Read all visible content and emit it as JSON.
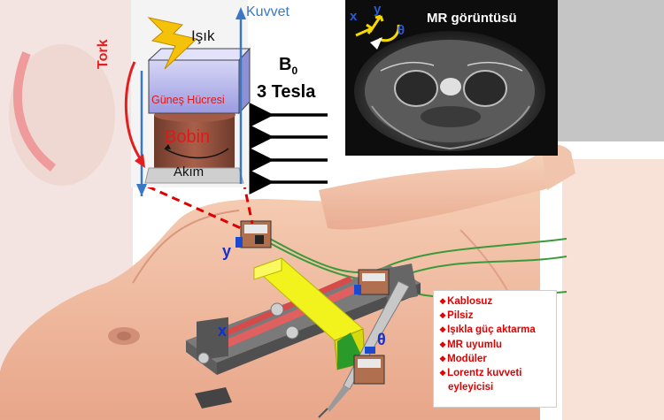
{
  "labels": {
    "light": "Işık",
    "force": "Kuvvet",
    "torque": "Tork",
    "solar_cell": "Güneş Hücresi",
    "coil": "Bobin",
    "current": "Akım",
    "b_field_symbol": "B",
    "b_field_subscript": "0",
    "field_strength": "3 Tesla",
    "mr_image_title": "MR görüntüsü",
    "mr_axis_x": "x",
    "mr_axis_y": "y",
    "mr_axis_theta": "θ",
    "robot_axis_x": "x",
    "robot_axis_y": "y",
    "robot_axis_theta": "θ"
  },
  "features": [
    "Kablosuz",
    "Pilsiz",
    "Işıkla güç aktarma",
    "MR uyumlu",
    "Modüler",
    [
      "Lorentz kuvveti",
      "eyleyicisi"
    ]
  ],
  "colors": {
    "force_arrow": "#3b78c4",
    "torque_arrow": "#e02020",
    "solar_cell": "#b8b8ee",
    "coil": "#8a4a3a",
    "feature_text": "#e00000",
    "axis_label": "#1030d0",
    "guide_line": "#e00000",
    "yellow_link": "#f2f21c",
    "cable": "#3a9a3a"
  }
}
